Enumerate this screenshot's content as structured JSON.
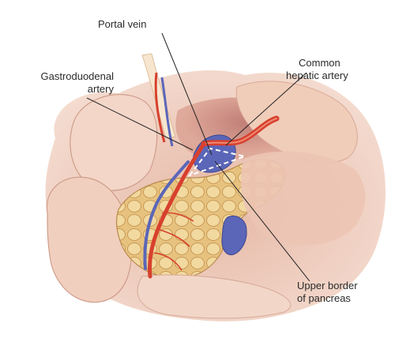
{
  "labels": {
    "portal_vein": "Portal vein",
    "gastroduodenal_line1": "Gastroduodenal",
    "gastroduodenal_line2": "artery",
    "common_hepatic_line1": "Common",
    "common_hepatic_line2": "hepatic artery",
    "upper_border_line1": "Upper border",
    "upper_border_line2": "of pancreas"
  },
  "colors": {
    "artery": "#d8402e",
    "vein": "#5b66b8",
    "pancreas": "#e9c98a",
    "tissue": "#e9c6b6",
    "fat": "#f3e2b4",
    "leader_line": "#222222",
    "dashed_outline": "#ffffff"
  }
}
